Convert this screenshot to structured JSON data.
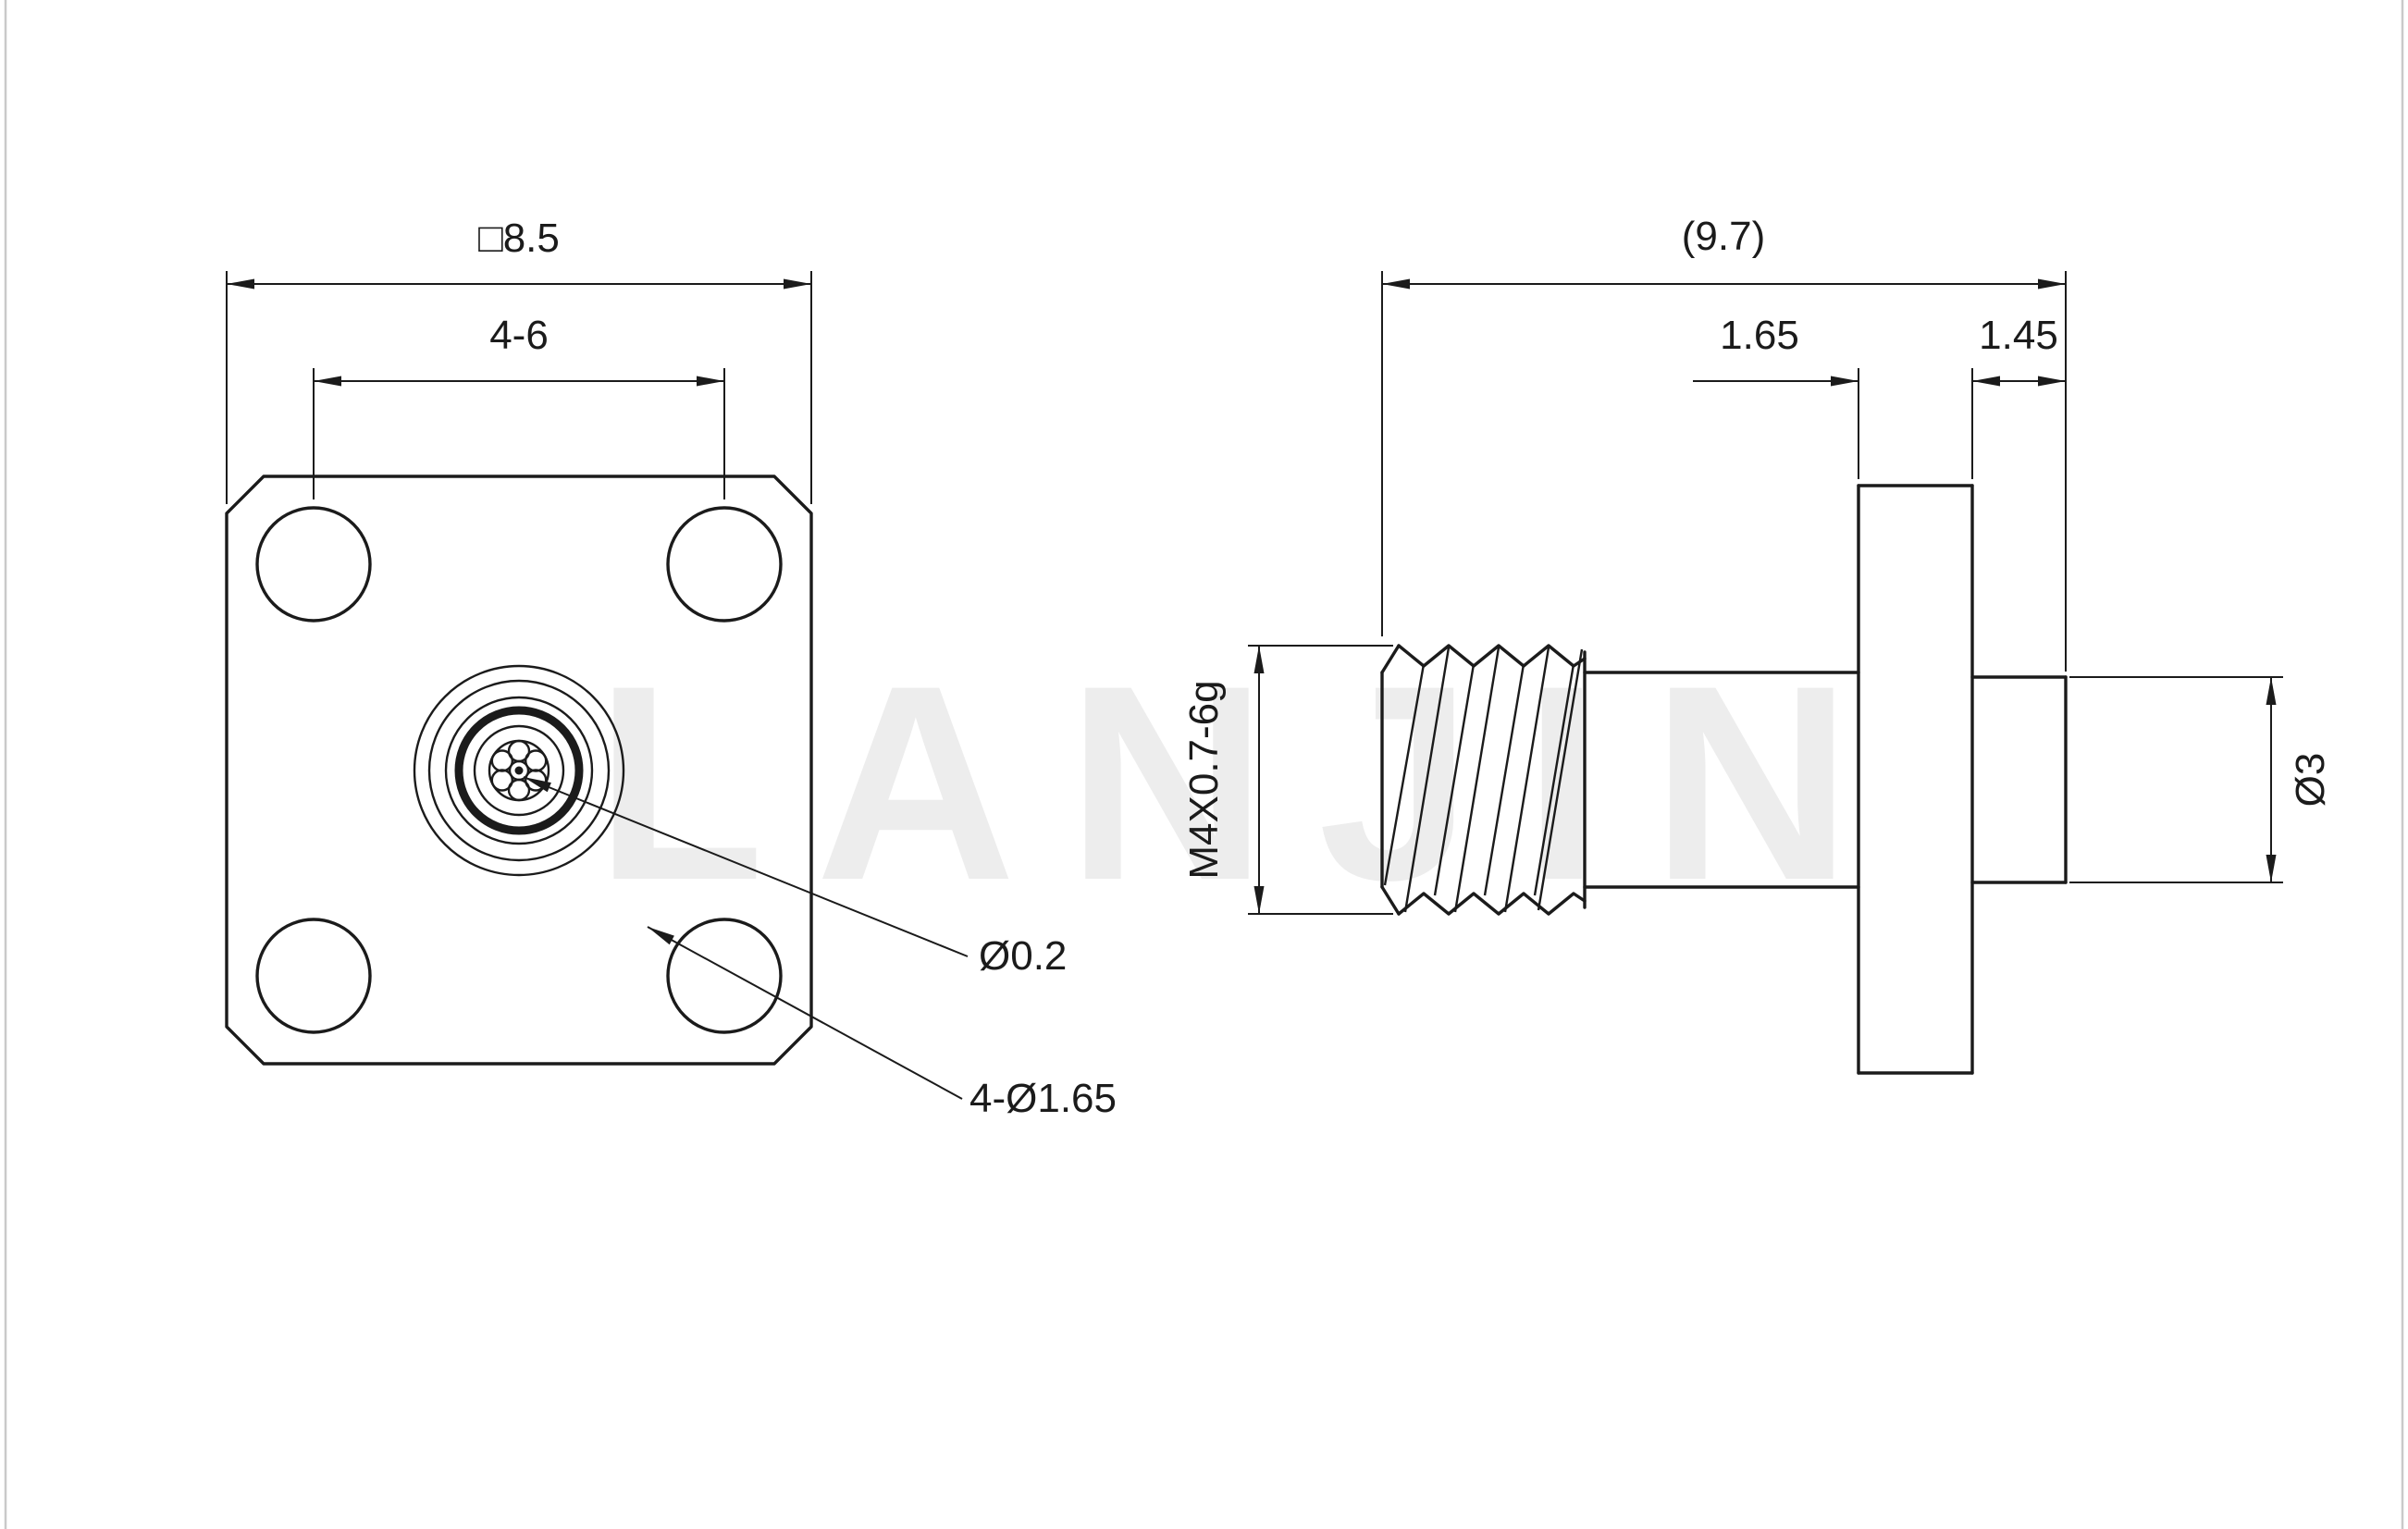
{
  "watermark": "LANJIN",
  "front_view": {
    "flange_size": "□8.5",
    "hole_spacing": "4-6",
    "pin_diameter": "Ø0.2",
    "mounting_holes": "4-Ø1.65"
  },
  "side_view": {
    "overall_length": "(9.7)",
    "flange_thickness": "1.65",
    "front_length": "1.45",
    "thread_spec": "M4X0.7-6g",
    "shaft_diameter": "Ø3"
  },
  "colors": {
    "line": "#1b1b1b",
    "background": "#ffffff"
  }
}
